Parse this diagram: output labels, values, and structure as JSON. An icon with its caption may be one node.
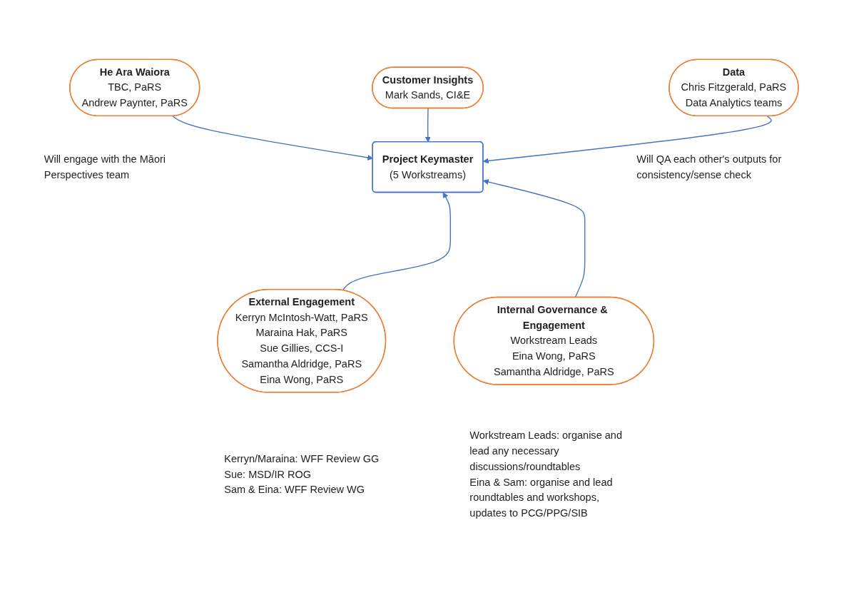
{
  "diagram": {
    "nodes": [
      {
        "text": [
          "Data",
          "Chris Fitzgerald, PaRS",
          "Data Analytics teams"
        ],
        "beside": [
          "Will QA each other's outputs for consistency/sense check"
        ]
      },
      {
        "text": [
          "Customer Insights",
          "Mark Sands, CI&E"
        ]
      },
      {
        "text": [
          "He Ara Waiora",
          "TBC, PaRS",
          "Andrew Paynter, PaRS"
        ],
        "beside": [
          "Will engage with the Māori Perspectives team"
        ]
      },
      {
        "text": [
          "Project Keymaster",
          "(5 Workstreams)"
        ]
      },
      {
        "text": [
          "External Engagement",
          "Kerryn McIntosh-Watt, PaRS",
          "Maraina Hak, PaRS",
          "Sue Gillies, CCS-I",
          "Samantha Aldridge, PaRS",
          "Eina Wong, PaRS"
        ],
        "beside": [
          "Kerryn/Maraina: WFF Review GG",
          "Sue: MSD/IR ROG",
          "Sam & Eina: WFF Review WG"
        ]
      },
      {
        "text": [
          "Internal Governance & Engagement",
          "Workstream Leads",
          "Eina Wong, PaRS",
          "Samantha Aldridge, PaRS"
        ],
        "beside": [
          "Workstream Leads: organise and lead any necessary discussions/roundtables",
          "Eina & Sam: organise and lead roundtables and workshops, updates to PCG/PPG/SIB"
        ]
      }
    ],
    "edges": [
      {
        "from": 0,
        "to": 3,
        "arrow": "to"
      },
      {
        "from": 1,
        "to": 3,
        "arrow": "to"
      },
      {
        "from": 2,
        "to": 3,
        "arrow": "to"
      },
      {
        "from": 4,
        "to": 3,
        "arrow": "to"
      },
      {
        "from": 5,
        "to": 3,
        "arrow": "to"
      }
    ]
  }
}
